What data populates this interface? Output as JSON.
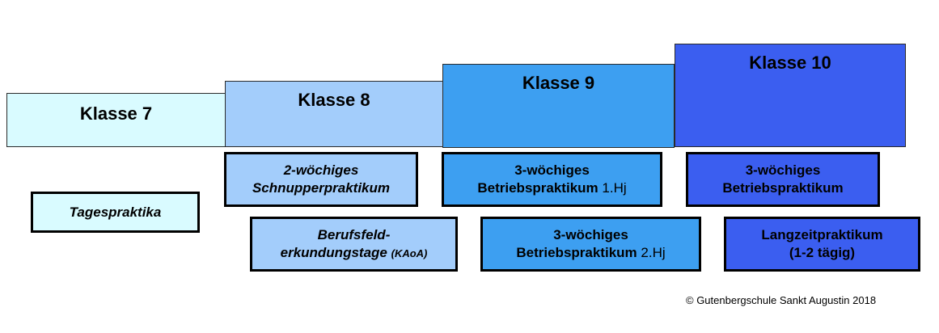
{
  "colors": {
    "klasse7": "#d9fbff",
    "klasse8": "#a3cdfb",
    "klasse9": "#3d9ff1",
    "klasse10": "#3b5ef0",
    "tages": "#d9fbff",
    "k8_box": "#a3cdfb",
    "k9_box": "#3d9ff1",
    "k10_box": "#3b5ef0"
  },
  "grades": {
    "k7": "Klasse 7",
    "k8": "Klasse 8",
    "k9": "Klasse 9",
    "k10": "Klasse 10"
  },
  "boxes": {
    "tages": "Tagespraktika",
    "schnupper_1": "2-wöchiges",
    "schnupper_2": "Schnupperpraktikum",
    "beruf_1": "Berufsfeld-",
    "beruf_2": "erkundungstage",
    "beruf_3": "(KAoA)",
    "betrieb9a_1": "3-wöchiges",
    "betrieb9a_2": "Betriebspraktikum",
    "betrieb9a_3": "1.Hj",
    "betrieb9b_1": "3-wöchiges",
    "betrieb9b_2": "Betriebspraktikum",
    "betrieb9b_3": "2.Hj",
    "betrieb10_1": "3-wöchiges",
    "betrieb10_2": "Betriebspraktikum",
    "langzeit_1": "Langzeitpraktikum",
    "langzeit_2": "(1-2 tägig)"
  },
  "copyright": "© Gutenbergschule Sankt Augustin 2018"
}
